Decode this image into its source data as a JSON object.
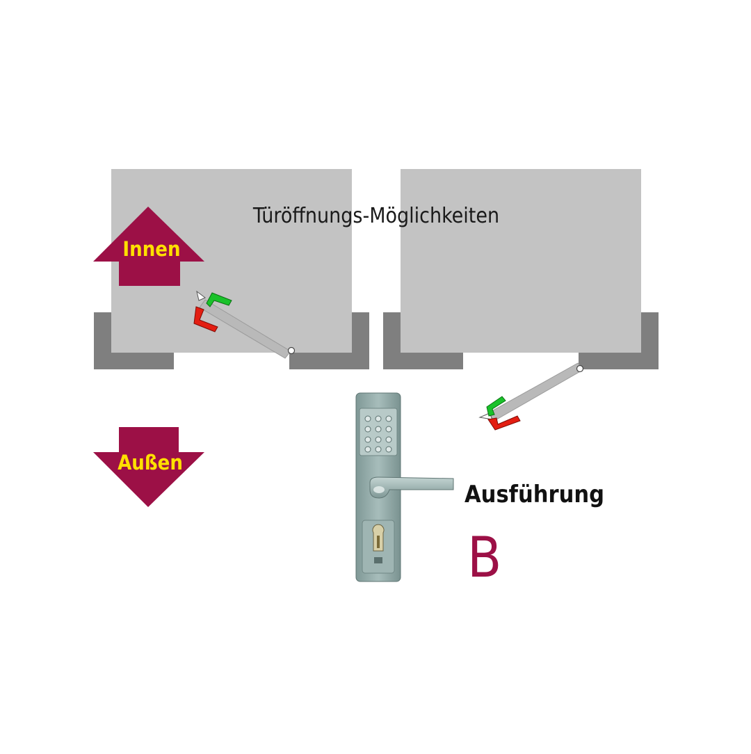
{
  "title": "Türöffnungs-Möglichkeiten",
  "labels": {
    "inside": "Innen",
    "outside": "Außen",
    "variant": "Ausführung",
    "variant_letter": "B"
  },
  "colors": {
    "room": "#c3c3c3",
    "wall": "#7f7f7f",
    "door_leaf": "#b9b9b9",
    "arrow": "#9c1046",
    "arrow_text": "#ffe000",
    "handle_green": "#19c22a",
    "handle_red": "#e31e12",
    "lock_body": "#8ea6a4",
    "variant_letter": "#9c1046"
  },
  "icons": {
    "inside_arrow": "arrow-up-icon",
    "outside_arrow": "arrow-down-icon",
    "lock": "keypad-lock-icon"
  }
}
